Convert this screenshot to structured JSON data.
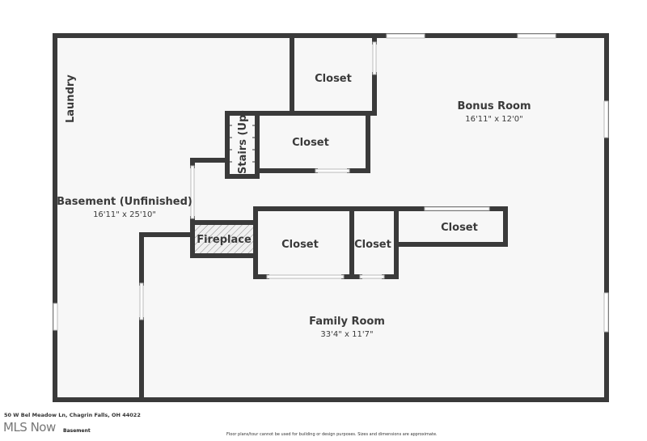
{
  "rooms": {
    "laundry": {
      "name": "Laundry"
    },
    "basement": {
      "name": "Basement (Unfinished)",
      "dims": "16'11\" x 25'10\""
    },
    "bonus": {
      "name": "Bonus Room",
      "dims": "16'11\" x 12'0\""
    },
    "family": {
      "name": "Family Room",
      "dims": "33'4\" x 11'7\""
    },
    "closet_top": {
      "name": "Closet"
    },
    "closet_mid": {
      "name": "Closet"
    },
    "closet_low1": {
      "name": "Closet"
    },
    "closet_low2": {
      "name": "Closet"
    },
    "closet_low3": {
      "name": "Closet"
    },
    "stairs": {
      "name": "Stairs (Up)"
    },
    "fireplace": {
      "name": "Fireplace"
    }
  },
  "footer": {
    "address": "50 W Bel Meadow Ln, Chagrin Falls, OH 44022",
    "floor": "Basement",
    "logo": "MLS Now",
    "disclaimer": "Floor plans/tour cannot be used for building or design purposes. Sizes and dimensions are approximate."
  },
  "colors": {
    "wall": "#3a3a3a",
    "floor": "#f7f7f7",
    "window": "#ffffff"
  }
}
